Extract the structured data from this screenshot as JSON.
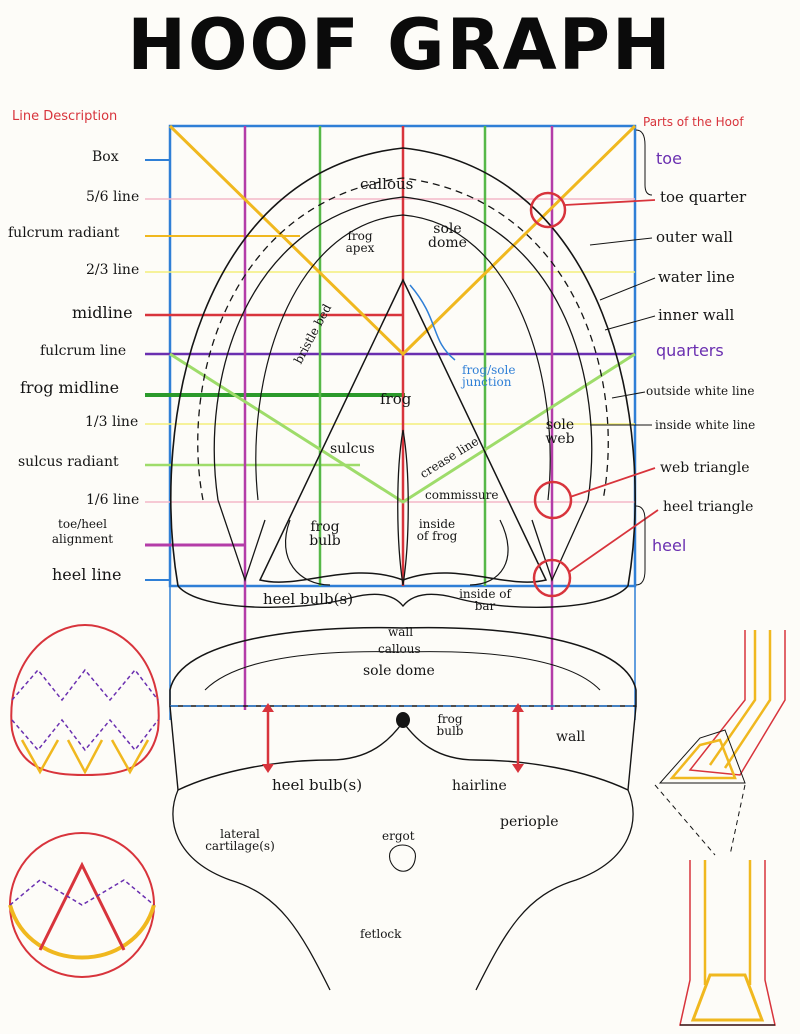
{
  "title": "HOOF GRAPH",
  "headings": {
    "left": "Line Description",
    "right": "Parts of the Hoof"
  },
  "line_descriptions": [
    "Box",
    "5/6 line",
    "fulcrum radiant",
    "2/3 line",
    "midline",
    "fulcrum line",
    "frog midline",
    "1/3 line",
    "sulcus radiant",
    "1/6 line",
    "toe/heel alignment",
    "heel line"
  ],
  "parts_of_hoof": [
    "toe",
    "toe quarter",
    "outer wall",
    "water line",
    "inner wall",
    "quarters",
    "outside white line",
    "inside white line",
    "web triangle",
    "heel triangle",
    "heel"
  ],
  "sole_labels": {
    "callous": "callous",
    "frog_apex": "frog apex",
    "sole_dome": "sole dome",
    "bristle_bed": "bristle bed",
    "frog_sole_junction": "frog/sole junction",
    "frog": "frog",
    "sulcus": "sulcus",
    "crease_line": "crease line",
    "sole_web": "sole web",
    "commissure": "commissure",
    "frog_bulb": "frog bulb",
    "inside_of_frog": "inside of frog",
    "inside_of_bar": "inside of bar",
    "heel_bulbs": "heel bulb(s)"
  },
  "rear_labels": {
    "wall_top": "wall",
    "callous": "callous",
    "sole_dome": "sole dome",
    "frog_bulb": "frog bulb",
    "wall_side": "wall",
    "heel_bulbs": "heel bulb(s)",
    "hairline": "hairline",
    "periople": "periople",
    "lateral_cartilages": "lateral cartilage(s)",
    "ergot": "ergot",
    "fetlock": "fetlock"
  },
  "colors": {
    "red": "#d8343c",
    "blue": "#2f7fd6",
    "yellow": "#f0b81f",
    "green": "#56b848",
    "light_green": "#9edc6a",
    "purple": "#6a2fb0",
    "magenta": "#b43ca8",
    "pink": "#f3b8c8",
    "pale_yellow": "#f4ee7a",
    "ink": "#151515"
  }
}
